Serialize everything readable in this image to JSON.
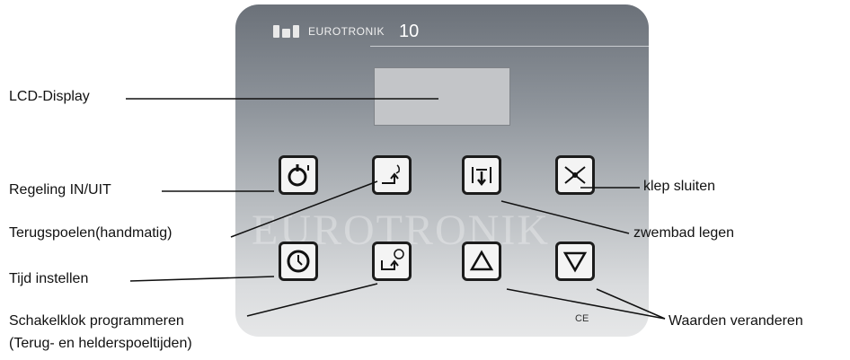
{
  "panel": {
    "brand_name": "EUROTRONIK",
    "model_number": "10",
    "watermark": "EUROTRONIK",
    "ce_mark": "CE"
  },
  "labels": {
    "lcd_display": "LCD-Display",
    "regeling": "Regeling IN/UIT",
    "terugspoelen": "Terugspoelen(handmatig)",
    "tijd": "Tijd instellen",
    "schakelklok": "Schakelklok programmeren",
    "schakelklok_sub": "(Terug- en helderspoeltijden)",
    "klep": "klep sluiten",
    "zwembad": "zwembad legen",
    "waarden": "Waarden veranderen"
  },
  "buttons": [
    {
      "name": "power-button",
      "icon": "power-icon"
    },
    {
      "name": "backwash-manual-button",
      "icon": "backwash-hand-icon"
    },
    {
      "name": "drain-pool-button",
      "icon": "drain-icon"
    },
    {
      "name": "close-valve-button",
      "icon": "valve-close-icon"
    },
    {
      "name": "set-time-button",
      "icon": "clock-icon"
    },
    {
      "name": "timer-program-button",
      "icon": "timer-program-icon"
    },
    {
      "name": "increase-value-button",
      "icon": "triangle-up-icon"
    },
    {
      "name": "decrease-value-button",
      "icon": "triangle-down-icon"
    }
  ]
}
